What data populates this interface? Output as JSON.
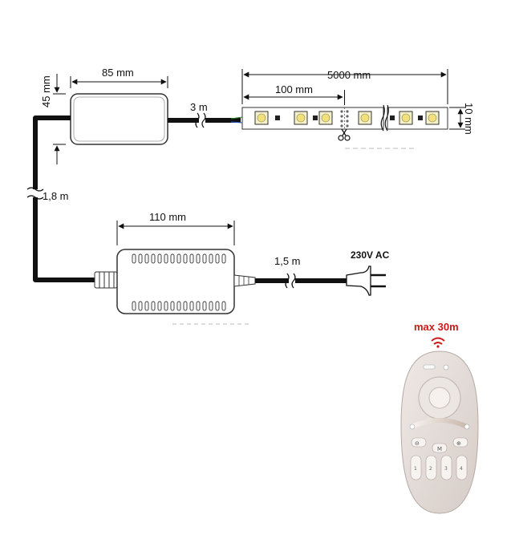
{
  "controller": {
    "width_label": "85 mm",
    "height_label": "45 mm",
    "cable_label": "3 m"
  },
  "strip": {
    "length_label": "5000 mm",
    "segment_label": "100 mm",
    "width_label": "10 mm"
  },
  "link_cable": {
    "length_label": "1,8 m"
  },
  "power_supply": {
    "width_label": "110 mm",
    "cable_label": "1,5 m",
    "voltage_label": "230V AC"
  },
  "remote": {
    "range_label": "max 30m",
    "button_m_label": "M",
    "button_left_label": "⊖",
    "button_right_label": "⊕",
    "zone_labels": [
      "1",
      "2",
      "3",
      "4"
    ]
  },
  "colors": {
    "cable": "#111111",
    "housing_stroke": "#333333",
    "range_signal": "#d01818",
    "remote_body": "#e4dcd8"
  },
  "icons": [
    "arrow-icon",
    "scissors-icon",
    "plug-icon",
    "wifi-signal-icon",
    "break-mark-icon"
  ]
}
